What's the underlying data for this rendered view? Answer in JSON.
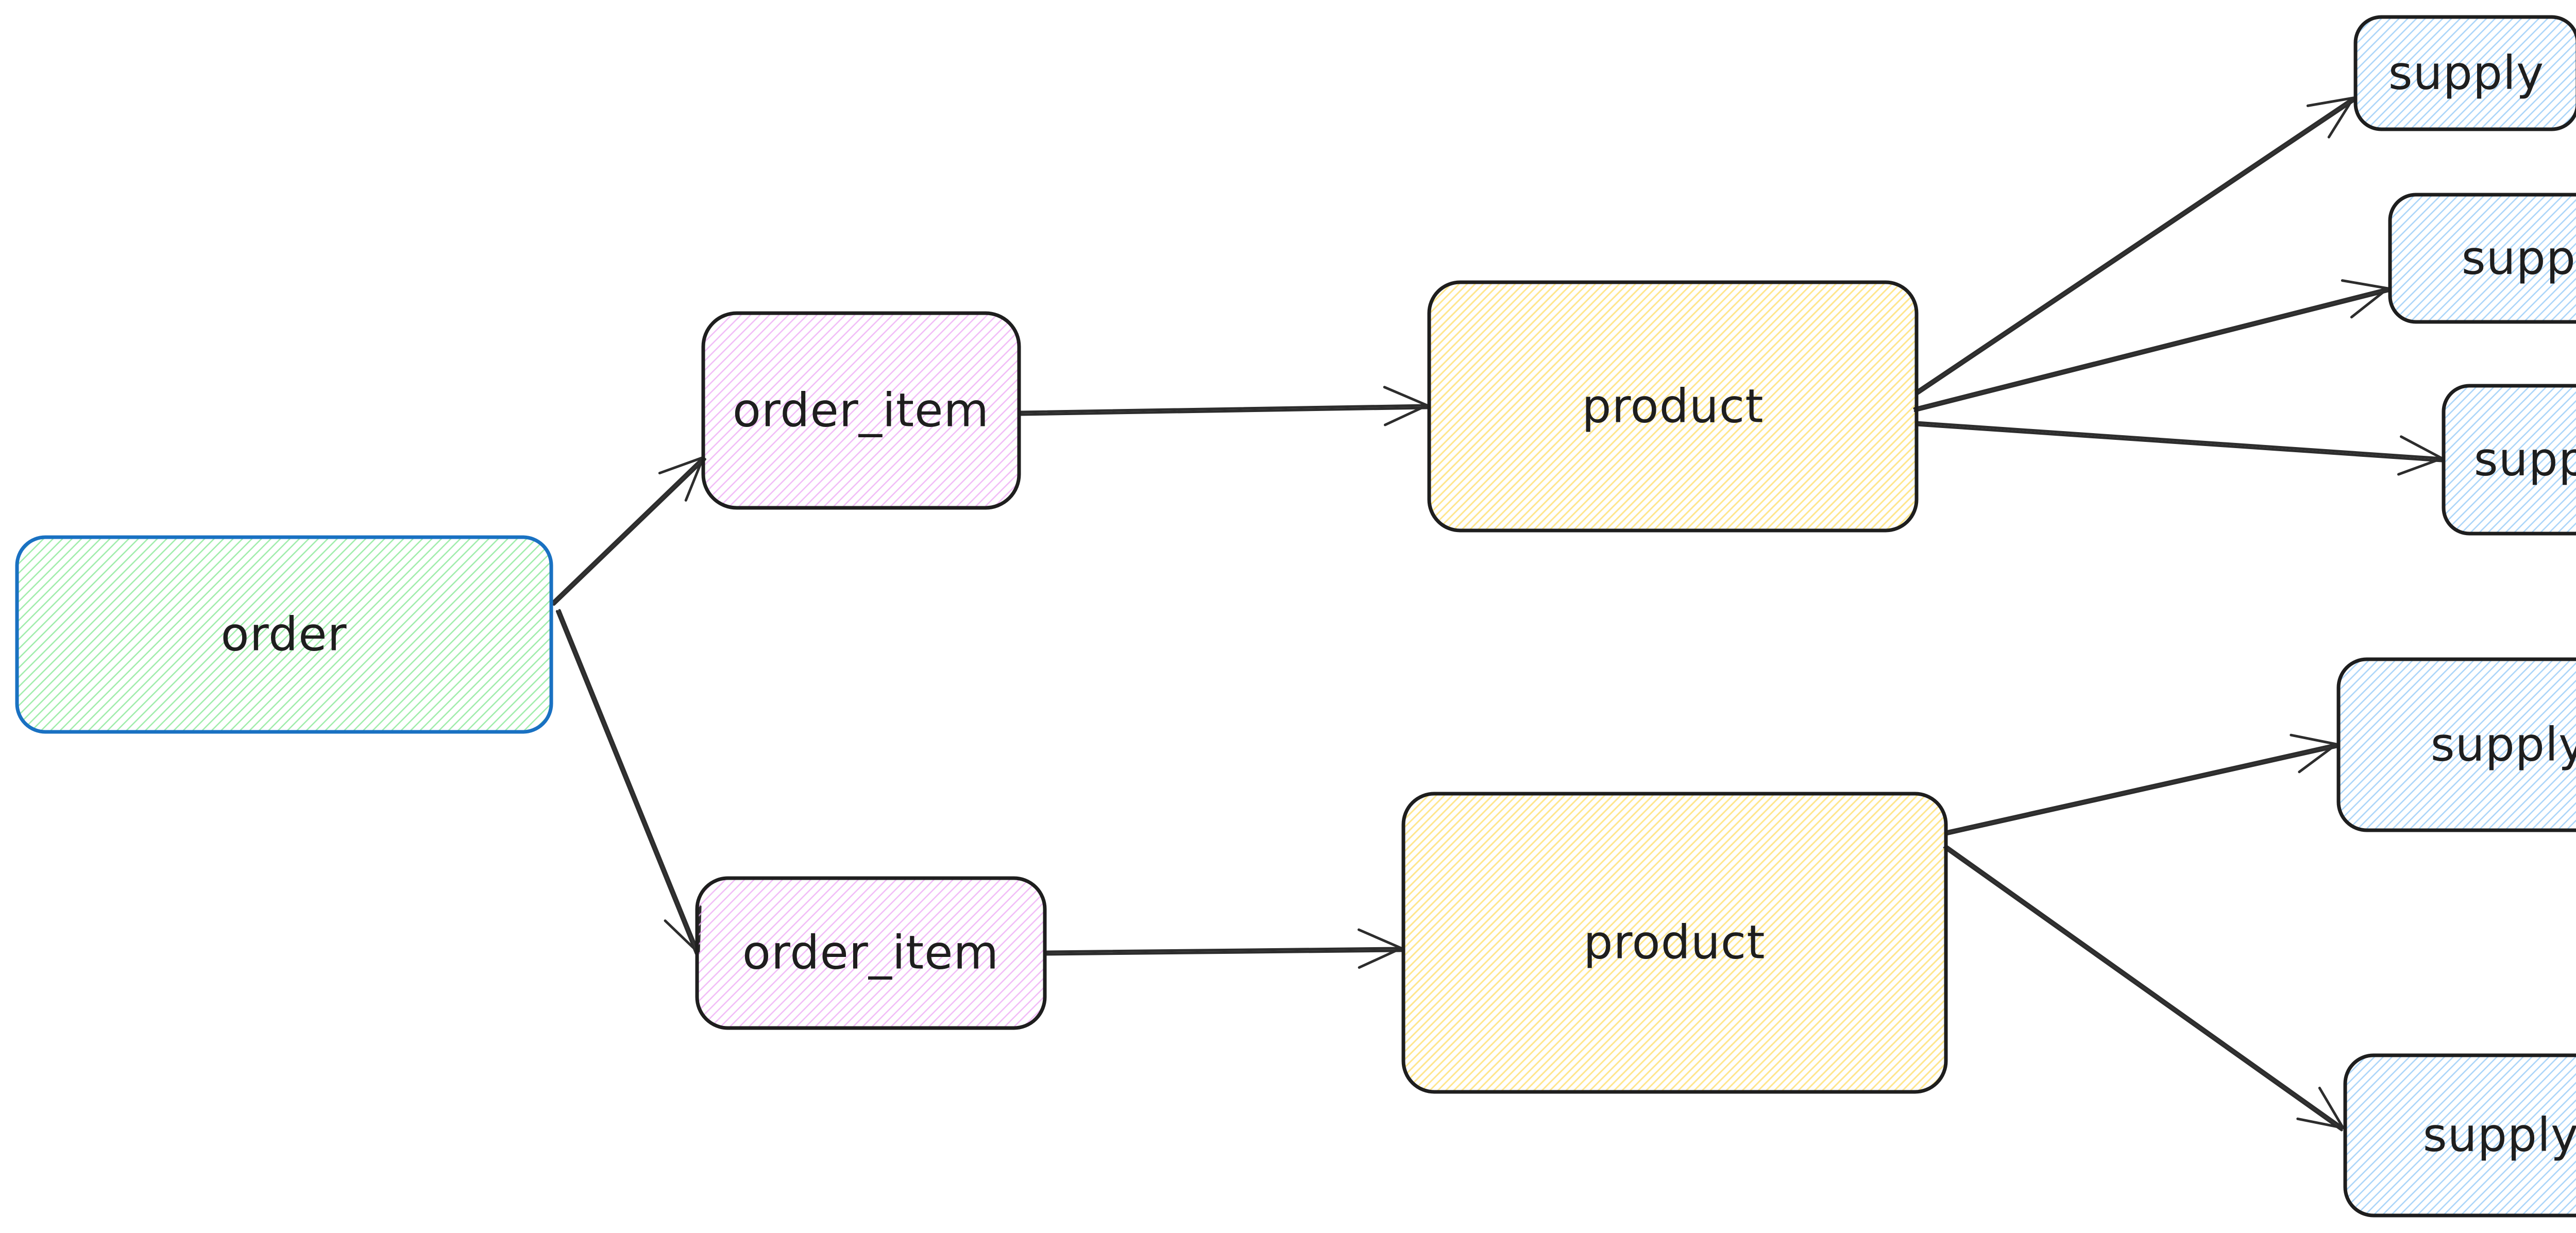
{
  "canvas": {
    "background_color": "#ffffff",
    "style": "hand-drawn-whiteboard"
  },
  "diagram": {
    "arrow_color": "#2d2d2d",
    "nodes": [
      {
        "id": "order",
        "label": "order",
        "shape": "rounded-rectangle",
        "fill_style": "hachure",
        "fill_color": "#b2f2bb",
        "stroke_color": "#1971c2"
      },
      {
        "id": "order_item_1",
        "label": "order_item",
        "shape": "rounded-rectangle",
        "fill_style": "hachure",
        "fill_color": "#eebefa",
        "stroke_color": "#1e1e1e"
      },
      {
        "id": "order_item_2",
        "label": "order_item",
        "shape": "rounded-rectangle",
        "fill_style": "hachure",
        "fill_color": "#eebefa",
        "stroke_color": "#1e1e1e"
      },
      {
        "id": "product_1",
        "label": "product",
        "shape": "rounded-rectangle",
        "fill_style": "hachure",
        "fill_color": "#ffec99",
        "stroke_color": "#1e1e1e"
      },
      {
        "id": "product_2",
        "label": "product",
        "shape": "rounded-rectangle",
        "fill_style": "hachure",
        "fill_color": "#ffec99",
        "stroke_color": "#1e1e1e"
      },
      {
        "id": "supply_1",
        "label": "supply",
        "shape": "rounded-rectangle",
        "fill_style": "hachure",
        "fill_color": "#a5d8ff",
        "stroke_color": "#1e1e1e"
      },
      {
        "id": "supply_2",
        "label": "supply",
        "shape": "rounded-rectangle",
        "fill_style": "hachure",
        "fill_color": "#a5d8ff",
        "stroke_color": "#1e1e1e"
      },
      {
        "id": "supply_3",
        "label": "supply",
        "shape": "rounded-rectangle",
        "fill_style": "hachure",
        "fill_color": "#a5d8ff",
        "stroke_color": "#1e1e1e"
      },
      {
        "id": "supply_4",
        "label": "supply",
        "shape": "rounded-rectangle",
        "fill_style": "hachure",
        "fill_color": "#a5d8ff",
        "stroke_color": "#1e1e1e"
      },
      {
        "id": "supply_5",
        "label": "supply",
        "shape": "rounded-rectangle",
        "fill_style": "hachure",
        "fill_color": "#a5d8ff",
        "stroke_color": "#1e1e1e"
      }
    ],
    "edges": [
      {
        "from": "order",
        "to": "order_item_1",
        "style": "arrow"
      },
      {
        "from": "order",
        "to": "order_item_2",
        "style": "arrow"
      },
      {
        "from": "order_item_1",
        "to": "product_1",
        "style": "arrow"
      },
      {
        "from": "order_item_2",
        "to": "product_2",
        "style": "arrow"
      },
      {
        "from": "product_1",
        "to": "supply_1",
        "style": "arrow"
      },
      {
        "from": "product_1",
        "to": "supply_2",
        "style": "arrow"
      },
      {
        "from": "product_1",
        "to": "supply_3",
        "style": "arrow"
      },
      {
        "from": "product_2",
        "to": "supply_4",
        "style": "arrow"
      },
      {
        "from": "product_2",
        "to": "supply_5",
        "style": "arrow"
      }
    ]
  }
}
